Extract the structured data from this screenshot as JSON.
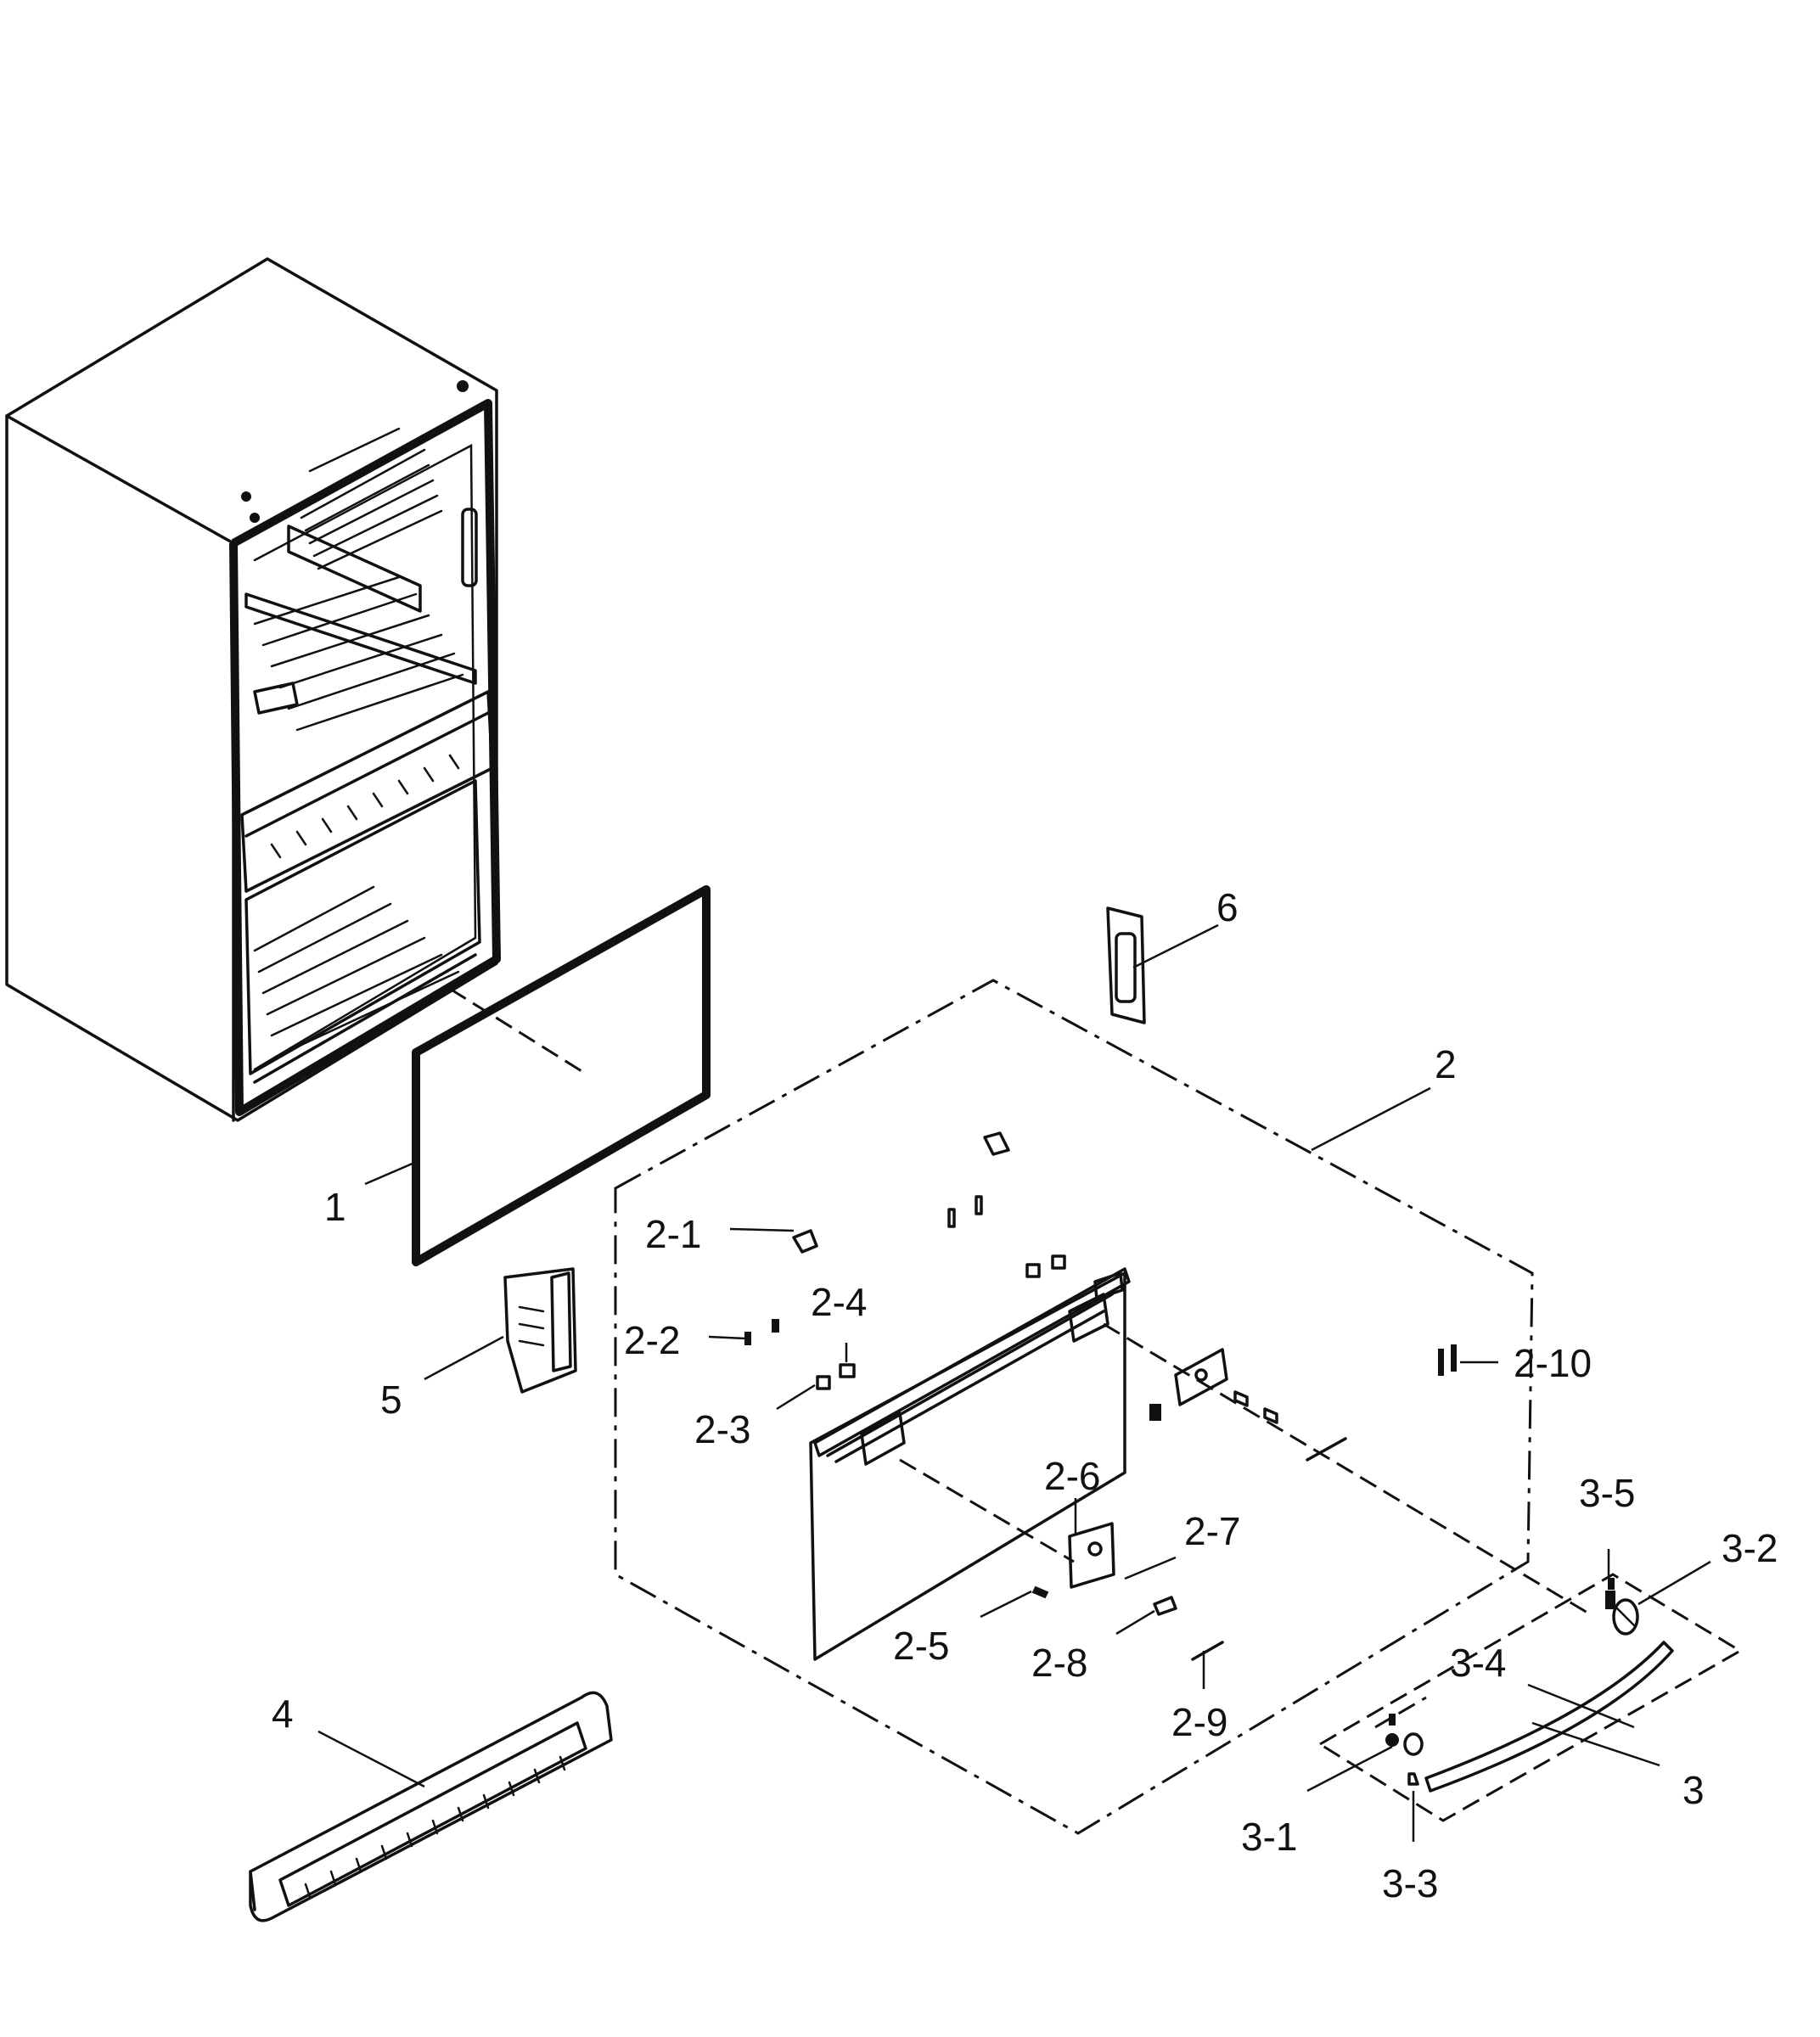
{
  "callouts": {
    "c1": "1",
    "c2": "2",
    "c2_1": "2-1",
    "c2_2": "2-2",
    "c2_3": "2-3",
    "c2_4": "2-4",
    "c2_5": "2-5",
    "c2_6": "2-6",
    "c2_7": "2-7",
    "c2_8": "2-8",
    "c2_9": "2-9",
    "c2_10": "2-10",
    "c3": "3",
    "c3_1": "3-1",
    "c3_2": "3-2",
    "c3_3": "3-3",
    "c3_4": "3-4",
    "c3_5": "3-5",
    "c4": "4",
    "c5": "5",
    "c6": "6"
  }
}
